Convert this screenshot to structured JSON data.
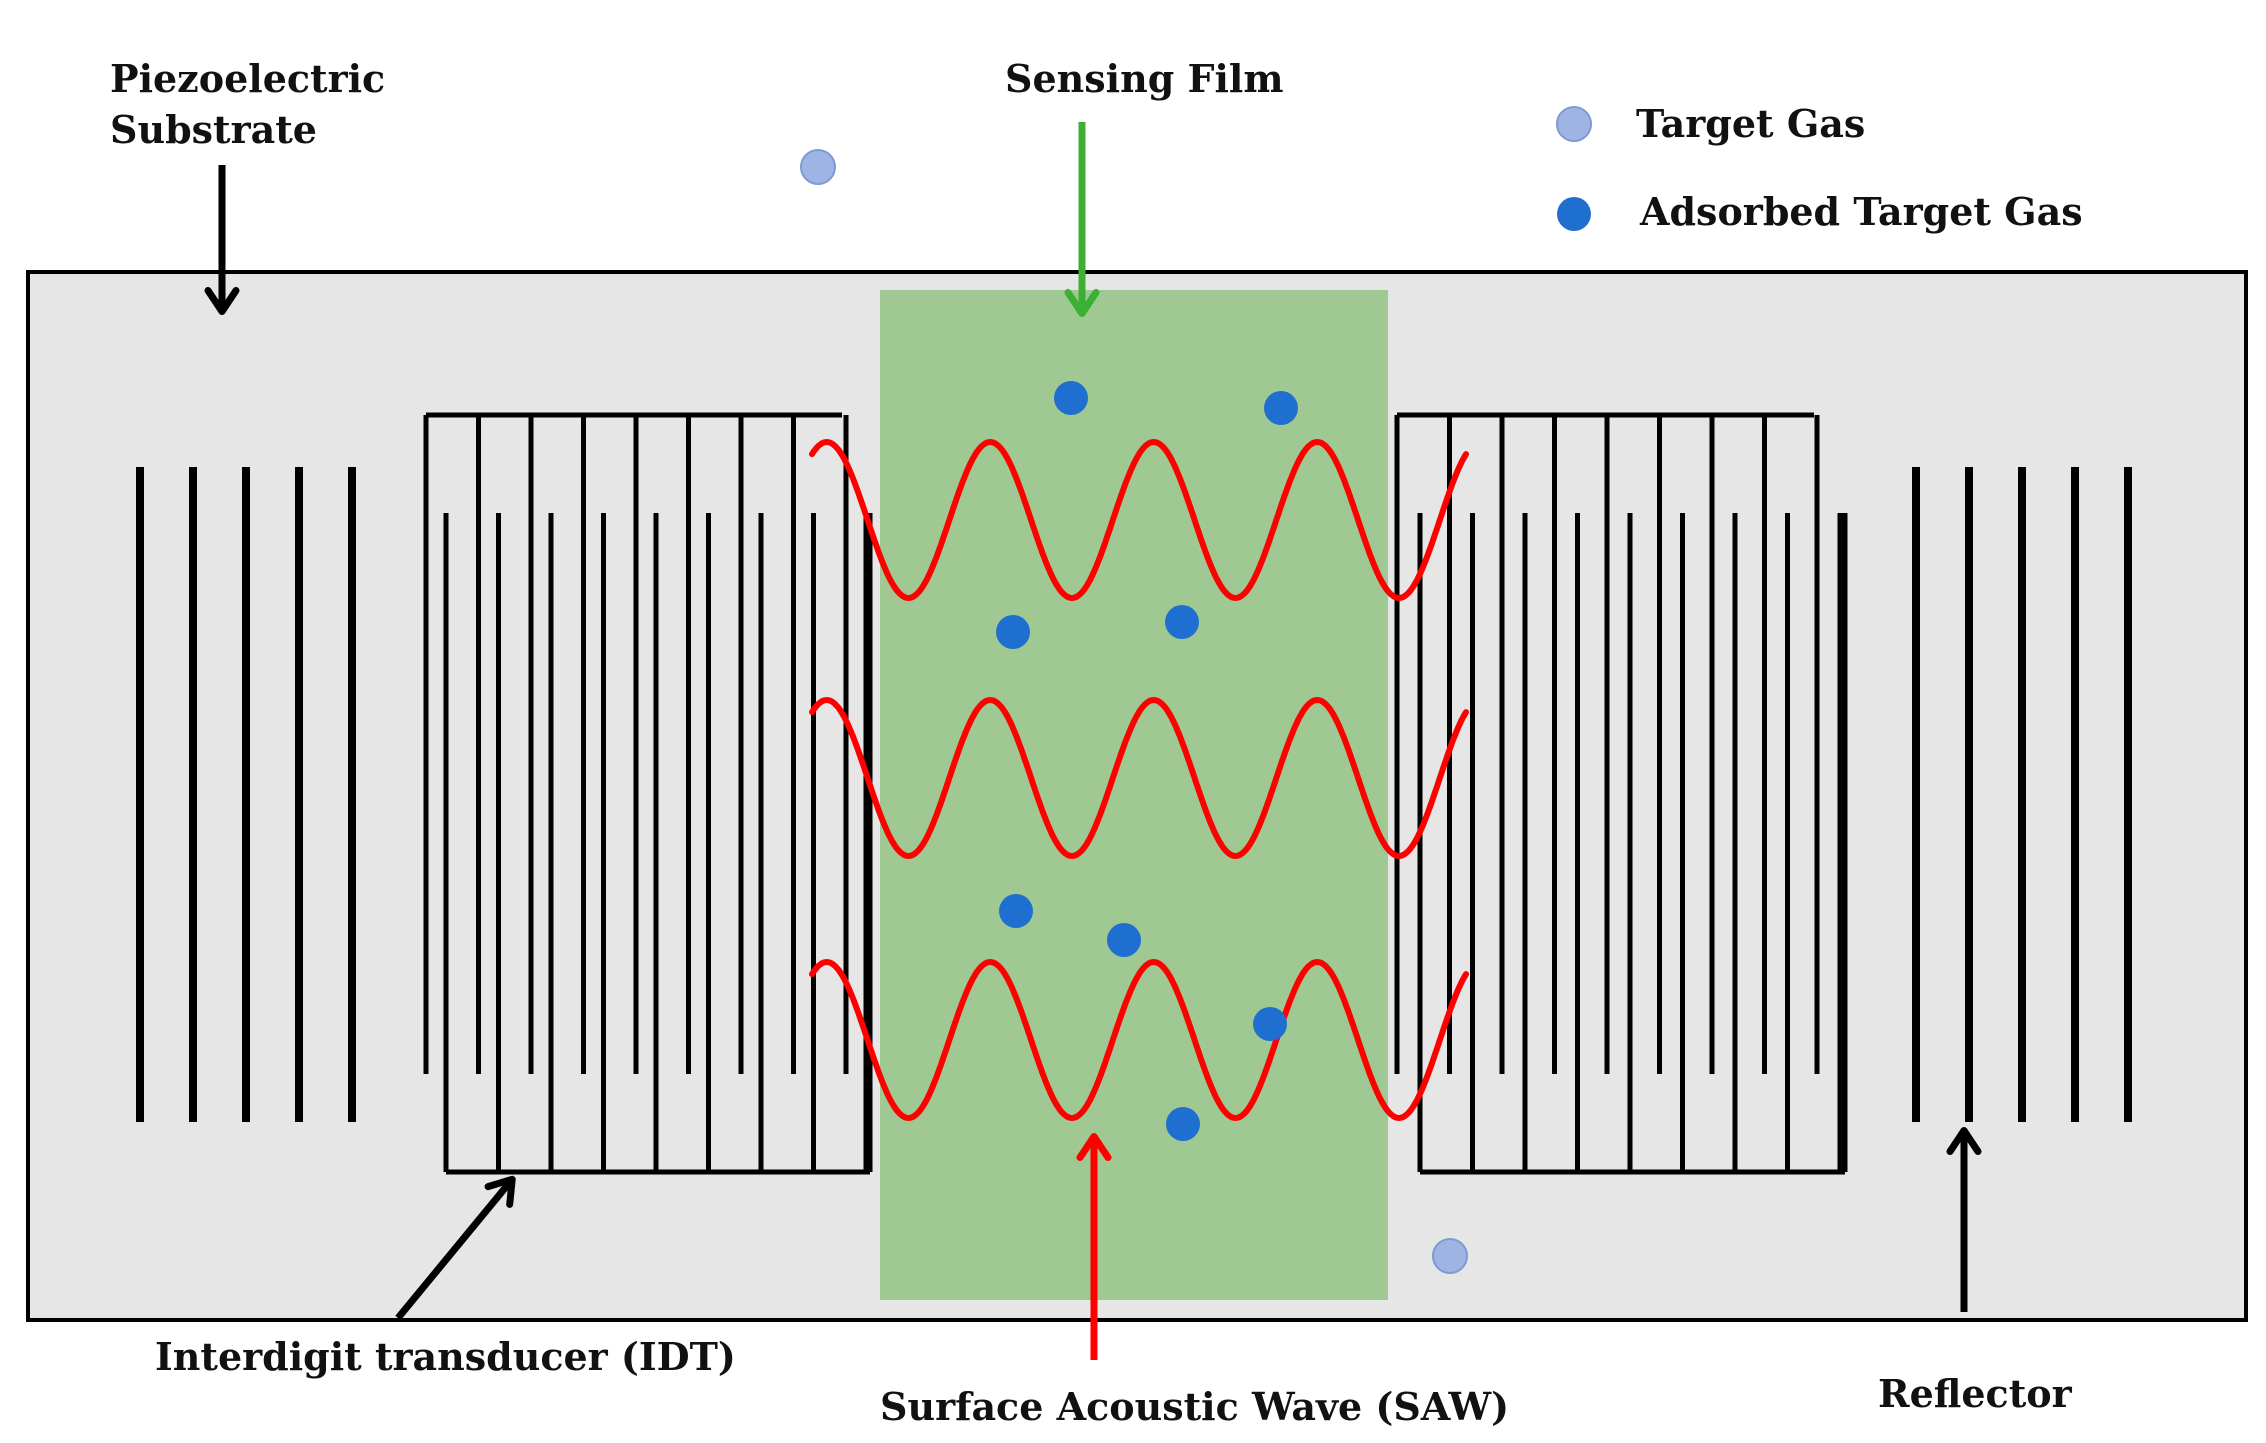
{
  "labels": {
    "substrate": [
      "Piezoelectric",
      "Substrate"
    ],
    "sensing_film": "Sensing Film",
    "idt": "Interdigit transducer (IDT)",
    "saw": "Surface Acoustic Wave (SAW)",
    "reflector": "Reflector"
  },
  "legend": {
    "target_gas": "Target Gas",
    "adsorbed_gas": "Adsorbed Target Gas"
  },
  "colors": {
    "substrate_fill": "#e6e6e6",
    "sensing_film": "#9fc893",
    "wave": "#ff0000",
    "arrow_film": "#3cb034",
    "target_gas": "#9db4e4",
    "adsorbed_gas": "#1e6fd0",
    "electrode": "#000000"
  }
}
